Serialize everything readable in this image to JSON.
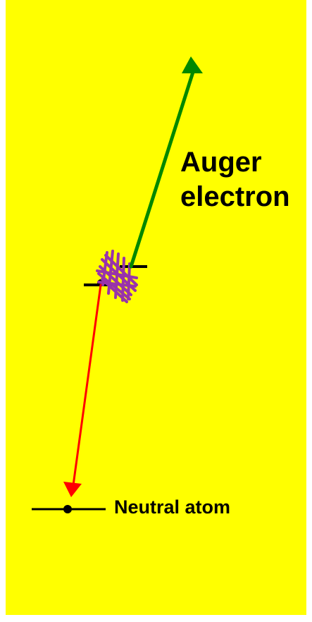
{
  "diagram": {
    "labels": {
      "auger_line1": "Auger",
      "auger_line2": "electron",
      "neutral_atom": "Neutral atom"
    },
    "colors": {
      "background": "#ffff00",
      "level_line": "#000000",
      "auger_arrow": "#008800",
      "decay_arrow": "#ff0000",
      "vacancy_mark": "#9933aa"
    },
    "icons": {
      "auger_arrow": "arrow-up-right-icon",
      "decay_arrow": "arrow-down-icon",
      "vacancy_mark": "crosshatch-scribble-icon"
    }
  }
}
